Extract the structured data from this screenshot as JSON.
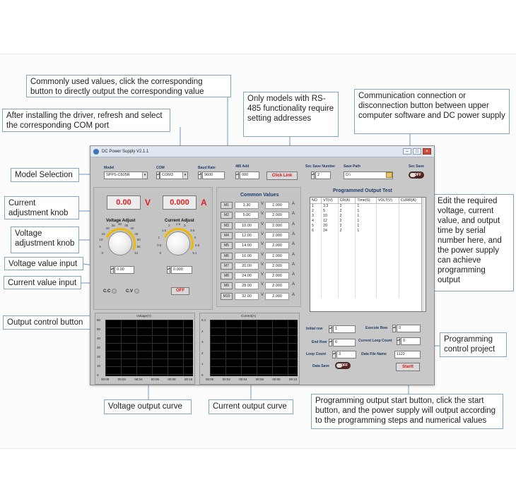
{
  "callouts": {
    "common_values": "Commonly used values, click the corresponding button to directly output the corresponding value",
    "com_port": "After installing the driver, refresh and select the corresponding COM port",
    "rs485": "Only models with RS-485 functionality require setting addresses",
    "comm_connect": "Communication connection or disconnection button between upper computer software and DC power supply",
    "model_selection": "Model Selection",
    "current_knob": "Current adjustment knob",
    "voltage_knob": "Voltage adjustment knob",
    "voltage_input": "Voltage value input",
    "current_input": "Current value input",
    "output_control": "Output control button",
    "edit_program": "Edit the required voltage, current value, and output time by serial number here, and the power supply can achieve programming output",
    "program_control": "Programming control project",
    "program_start": "Programming output start button, click the start button, and the power supply will output according to the programming steps and numerical values",
    "voltage_curve": "Voltage output curve",
    "current_curve": "Current output curve"
  },
  "window": {
    "title": "DC Power Supply V2.1.1",
    "model_label": "Model",
    "model_value": "SPPS-C605R",
    "com_label": "COM",
    "com_value": "COM3",
    "baud_label": "Baud Rate",
    "baud_value": "9600",
    "addr_label": "485 Add",
    "addr_value": "000",
    "click_link": "Click Link",
    "sec_save_number_label": "Sec Save Number",
    "sec_save_number": "2",
    "save_path_label": "Save Path",
    "save_path": "D:\\",
    "sec_save_label": "Sec Save",
    "sec_save_state": "OFF"
  },
  "output": {
    "voltage_display": "0.00",
    "voltage_unit": "V",
    "current_display": "0.000",
    "current_unit": "A",
    "voltage_adjust_label": "Voltage Adjust",
    "current_adjust_label": "Current Adjust",
    "voltage_ticks": [
      "0",
      "5",
      "10",
      "15",
      "20",
      "25",
      "30",
      "35",
      "40",
      "45",
      "50",
      "55",
      "61"
    ],
    "current_ticks": [
      "0",
      "0.5",
      "1",
      "1.5",
      "2",
      "2.5",
      "3",
      "3.5",
      "4",
      "4.5",
      "5.1"
    ],
    "voltage_input": "0.00",
    "current_input": "0.000",
    "cc_label": "C.C",
    "cv_label": "C.V",
    "output_state": "OFF"
  },
  "common_values": {
    "title": "Common Values",
    "voltage_unit": "V",
    "current_unit": "A",
    "rows": [
      {
        "btn": "M1",
        "v": "3.30",
        "a": "2.000"
      },
      {
        "btn": "M2",
        "v": "5.00",
        "a": "2.000"
      },
      {
        "btn": "M3",
        "v": "10.00",
        "a": "2.000"
      },
      {
        "btn": "M4",
        "v": "12.00",
        "a": "2.000"
      },
      {
        "btn": "M5",
        "v": "14.00",
        "a": "2.000"
      },
      {
        "btn": "M6",
        "v": "16.00",
        "a": "2.000"
      },
      {
        "btn": "M7",
        "v": "20.00",
        "a": "2.000"
      },
      {
        "btn": "M8",
        "v": "24.00",
        "a": "2.000"
      },
      {
        "btn": "M9",
        "v": "28.00",
        "a": "2.000"
      },
      {
        "btn": "M10",
        "v": "32.00",
        "a": "2.000"
      }
    ]
  },
  "program": {
    "title": "Programmed Output Test",
    "headers": [
      "NO",
      "VT(V)",
      "CR(A)",
      "Time(S)",
      "VOLT(V)",
      "CURR(A)"
    ],
    "rows": [
      [
        "1",
        "3.3",
        "2",
        "1",
        "",
        ""
      ],
      [
        "2",
        "5",
        "2",
        "1",
        "",
        ""
      ],
      [
        "3",
        "10",
        "2",
        "1",
        "",
        ""
      ],
      [
        "4",
        "12",
        "2",
        "1",
        "",
        ""
      ],
      [
        "5",
        "20",
        "2",
        "1",
        "",
        ""
      ],
      [
        "6",
        "24",
        "2",
        "1",
        "",
        ""
      ]
    ],
    "initial_row_label": "Initial row",
    "initial_row": "1",
    "end_row_label": "End Row",
    "end_row": "6",
    "loop_count_label": "Loop Count",
    "loop_count": "3",
    "execute_row_label": "Execute Row",
    "execute_row": "0",
    "current_loop_label": "Current Loop Count",
    "current_loop": "0",
    "data_file_label": "Data File Name",
    "data_file": "1122",
    "data_save_label": "Data Save",
    "data_save_state": "OFF",
    "start_label": "Startt"
  },
  "graphs": {
    "voltage_title": "Voltage(V)",
    "current_title": "Current(A)",
    "voltage_y": [
      "60",
      "50",
      "40",
      "30",
      "20",
      "10",
      "0"
    ],
    "current_y": [
      "5.1",
      "4",
      "3",
      "2",
      "1",
      "0"
    ],
    "x_ticks": [
      "00:00",
      "00:02",
      "00:04",
      "00:06",
      "00:08",
      "00:10"
    ]
  }
}
